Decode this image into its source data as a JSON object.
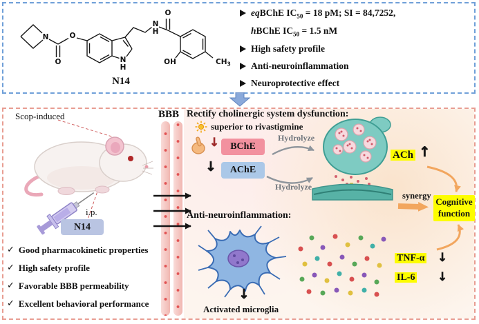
{
  "glyphs": {
    "check": "✓",
    "down_arrow": "↓",
    "up_arrow": "↑"
  },
  "colors": {
    "top_border": "#6f9fd8",
    "bottom_border": "#e89d92",
    "bche_pink": "#f2919f",
    "ache_blue": "#abc8e8",
    "n14_box_blue": "#b9c4e2",
    "highlight_yellow": "#fdfd00",
    "synergy_orange": "#f2a65e",
    "synapse_teal": "#7ecbc2",
    "microglia_blue": "#8fb6e2",
    "bbb_pink": "#f6cac6"
  },
  "top_panel": {
    "compound_label": "N14",
    "structure": {
      "azetidine_n": "N",
      "carbamate_o": "O",
      "ester_o": "O",
      "indole_n": "N",
      "indole_h": "H",
      "amide_n": "N",
      "amide_h": "H",
      "amide_o": "O",
      "hydroxyl": "OH",
      "methyl": "CH",
      "methyl_sub": "3"
    },
    "bullet1_line1": {
      "italic": "eq",
      "text": "BChE IC",
      "sub": "50",
      "rest": " = 18 pM; SI = 84,7252,"
    },
    "bullet1_line2": {
      "italic": "h",
      "text": "BChE IC",
      "sub": "50",
      "rest": " = 1.5 nM"
    },
    "bullet2": "High safety profile",
    "bullet3": "Anti-neuroinflammation",
    "bullet4": "Neuroprotective effect"
  },
  "bottom_panel": {
    "scop_label": "Scop-induced",
    "ip_label": "i.p.",
    "n14_label": "N14",
    "checklist": [
      "Good pharmacokinetic properties",
      "High safety profile",
      "Favorable BBB permeability",
      "Excellent behavioral performance"
    ],
    "bbb_label": "BBB",
    "rectify_heading": "Rectify cholinergic system dysfunction:",
    "superior_note": "superior to rivastigmine",
    "bche_label": "BChE",
    "ache_label": "AChE",
    "hydrolyze_top": "Hydrolyze",
    "hydrolyze_bottom": "Hydrolyze",
    "ach_label": "ACh",
    "synergy_label": "synergy",
    "cognitive_label": "Cognitive function",
    "anti_heading": "Anti-neuroinflammation:",
    "microglia_caption": "Activated microglia",
    "tnf_label": "TNF-α",
    "il6_label": "IL-6"
  }
}
